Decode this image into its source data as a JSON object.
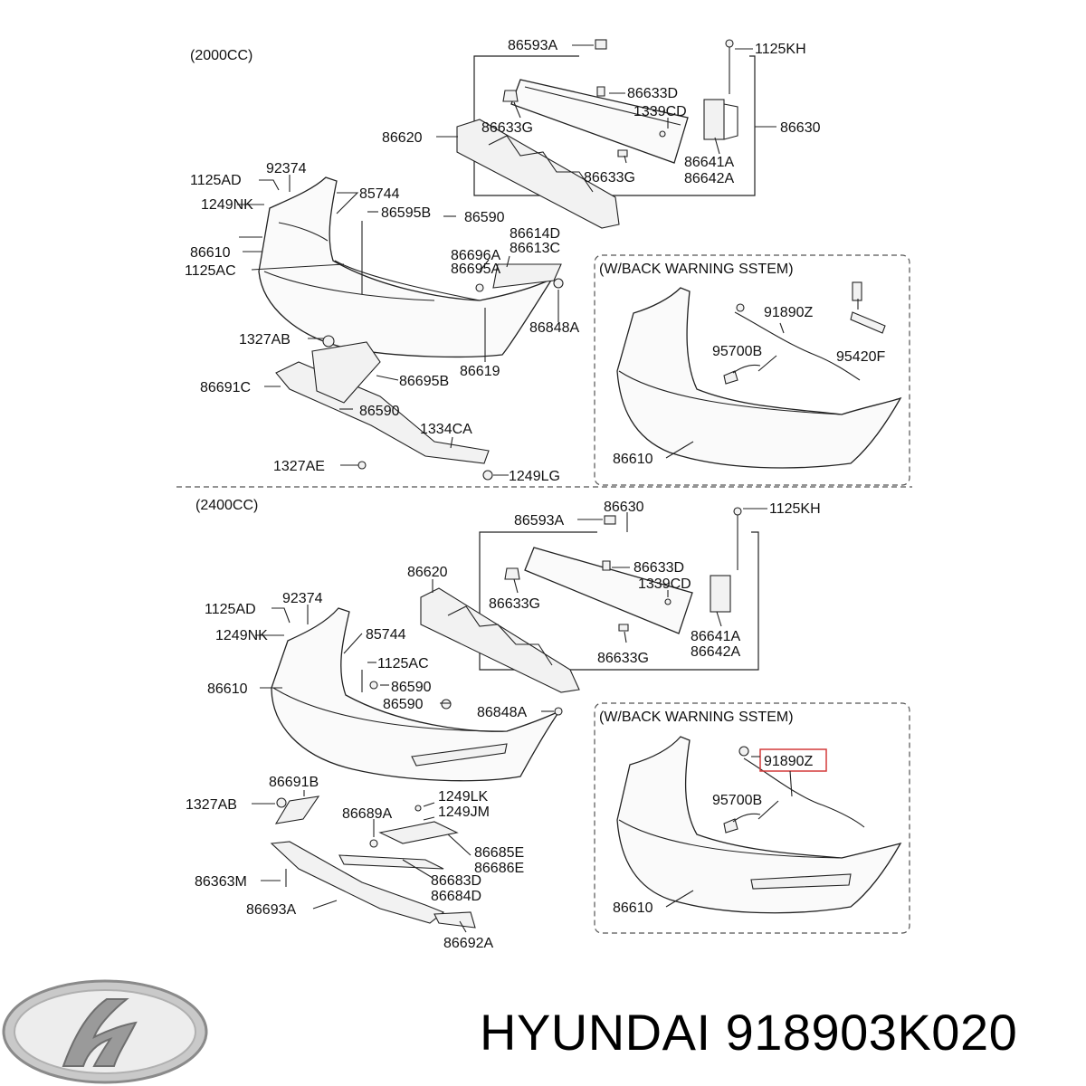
{
  "sections": [
    {
      "header": "(2000CC)",
      "callouts": [
        "86593A",
        "1125KH",
        "86633D",
        "1339CD",
        "86633G",
        "86630",
        "86620",
        "86633G",
        "86641A",
        "86642A",
        "1125AD",
        "92374",
        "85744",
        "86595B",
        "86590",
        "1249NK",
        "86610",
        "1125AC",
        "86614D",
        "86613C",
        "86696A",
        "86695A",
        "86848A",
        "86619",
        "1327AB",
        "86691C",
        "86695B",
        "86590",
        "1334CA",
        "1327AE",
        "1249LG"
      ],
      "warning": {
        "title": "(W/BACK WARNING SSTEM)",
        "callouts": [
          "91890Z",
          "95700B",
          "95420F",
          "86610"
        ]
      }
    },
    {
      "header": "(2400CC)",
      "callouts": [
        "86630",
        "86593A",
        "1125KH",
        "86633D",
        "1339CD",
        "86620",
        "86633G",
        "86641A",
        "86642A",
        "86633G",
        "1125AD",
        "92374",
        "1249NK",
        "85744",
        "1125AC",
        "86610",
        "86590",
        "86590",
        "86848A",
        "86691B",
        "1327AB",
        "86689A",
        "1249LK",
        "1249JM",
        "86685E",
        "86686E",
        "86683D",
        "86684D",
        "86363M",
        "86693A",
        "86692A"
      ],
      "warning": {
        "title": "(W/BACK WARNING SSTEM)",
        "callouts": [
          "91890Z",
          "95700B",
          "86610"
        ],
        "highlighted": "91890Z",
        "highlight_color": "#d43a3a"
      }
    }
  ],
  "footer": {
    "brand_logo": "hyundai-logo",
    "brand_text": "HYUNDAI 918903K020"
  }
}
